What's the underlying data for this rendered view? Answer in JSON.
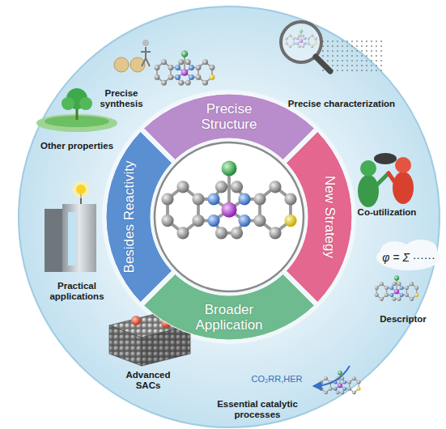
{
  "diagram": {
    "nodes": [
      {
        "text": [
          "Precise Structure"
        ]
      },
      {
        "text": [
          "New Strategy"
        ]
      },
      {
        "text": [
          "Broader Application"
        ]
      },
      {
        "text": [
          "Besides Reactivity"
        ]
      }
    ],
    "labels": [
      "Precise synthesis",
      "Precise characterization",
      "Co-utilization",
      "φ = Σ ······",
      "Descriptor",
      "CO₂RR,HER",
      "Essential catalytic processes",
      "Advanced SACs",
      "Practical applications",
      "Other properties"
    ]
  }
}
